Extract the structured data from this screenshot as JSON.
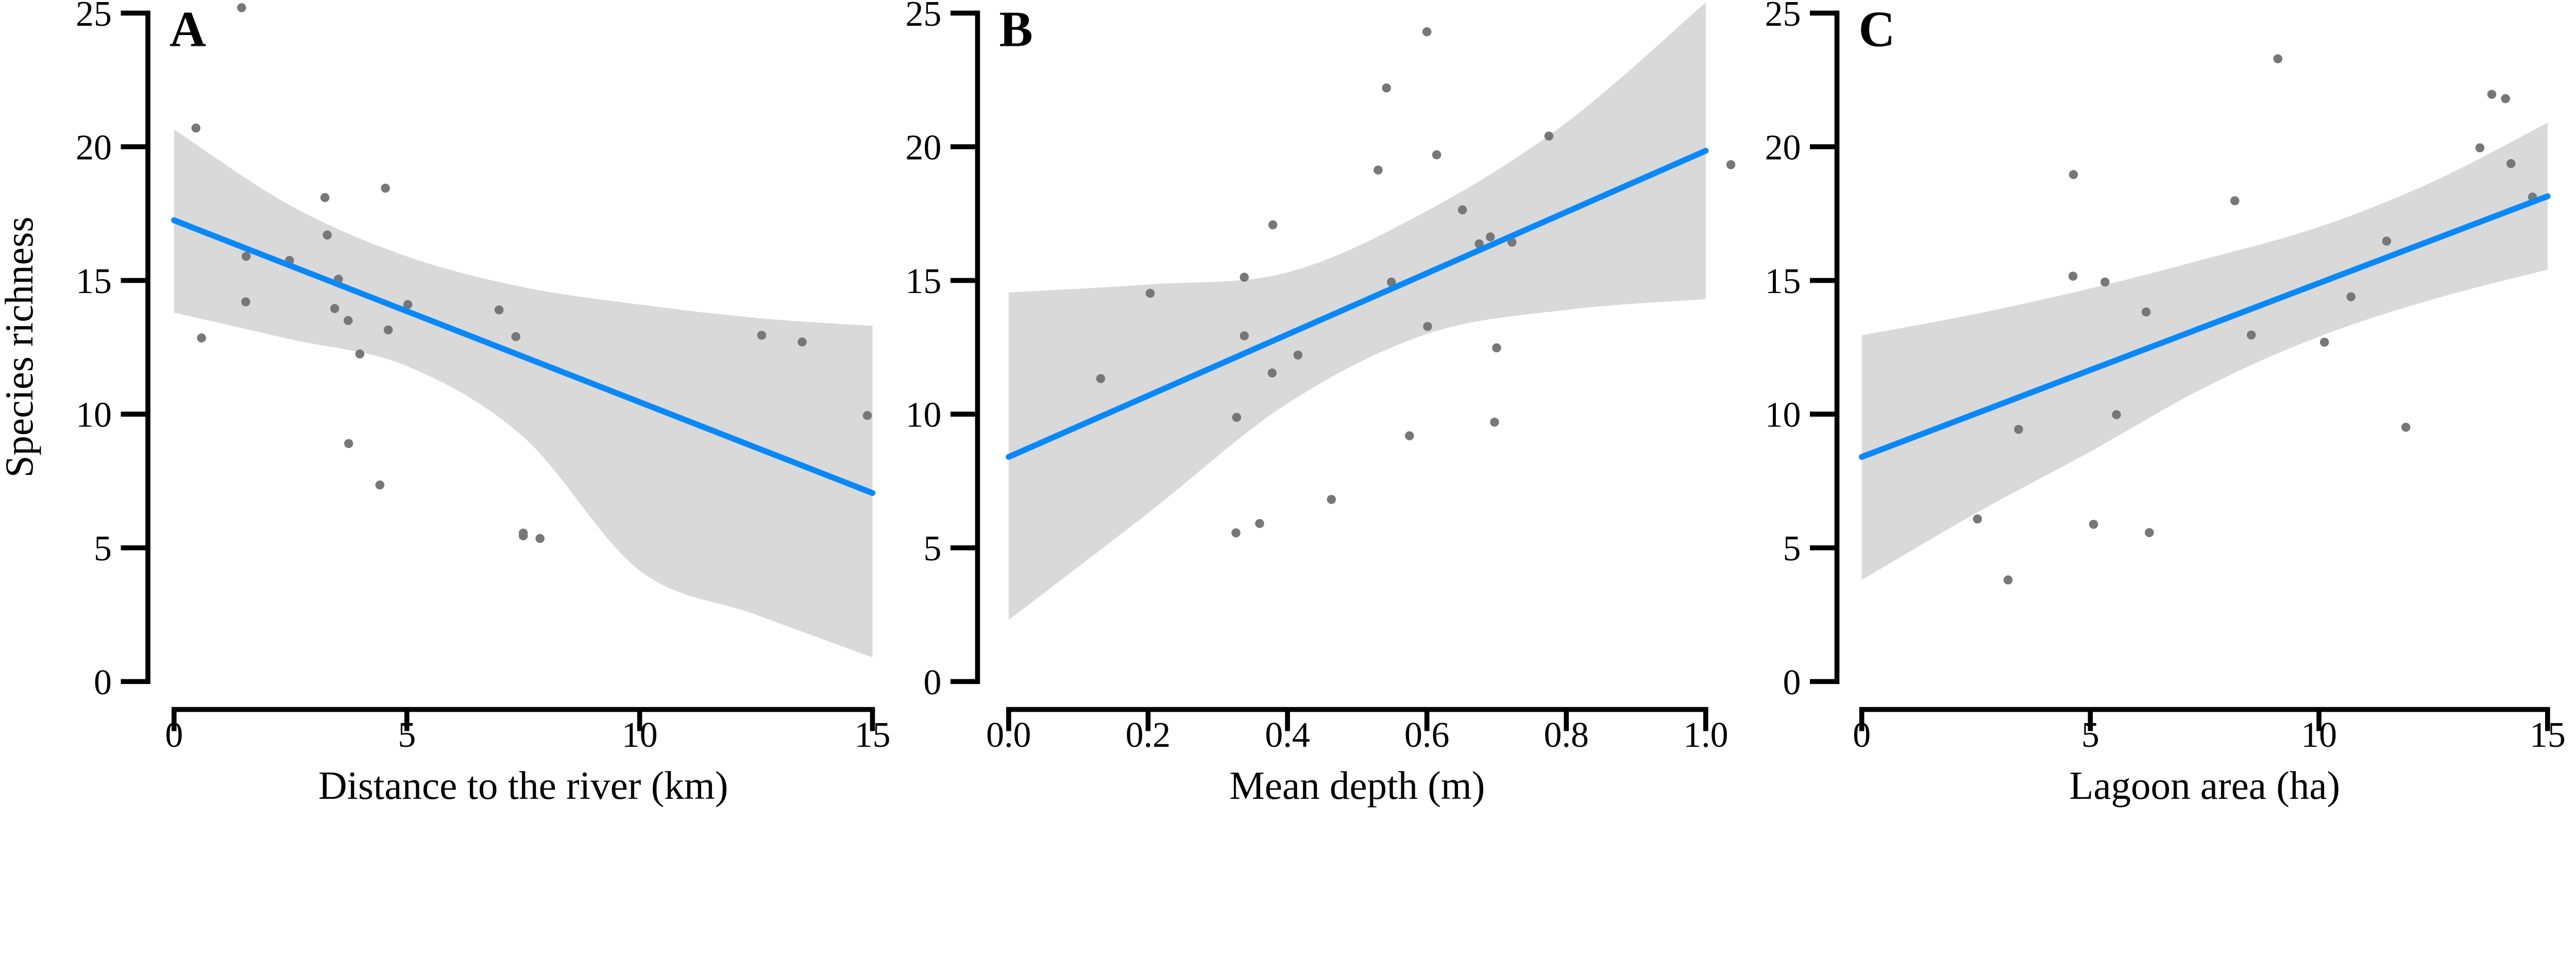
{
  "colors": {
    "line": "#0A88F8",
    "band": "#D9D9D9",
    "point": "#777777",
    "axis": "#000000"
  },
  "ylabel": "Species richness",
  "chart_data": [
    {
      "type": "scatter",
      "panel": "A",
      "xlabel": "Distance to the river (km)",
      "ylabel": "Species richness",
      "xlim": [
        0,
        15
      ],
      "ylim": [
        0,
        25
      ],
      "xticks": [
        0,
        5,
        10,
        15
      ],
      "xtick_labels": [
        "0",
        "5",
        "10",
        "15"
      ],
      "yticks": [
        0,
        5,
        10,
        15,
        20,
        25
      ],
      "ytick_labels": [
        "0",
        "5",
        "10",
        "15",
        "20",
        "25"
      ],
      "points": [
        [
          1.45,
          25.2
        ],
        [
          0.47,
          20.7
        ],
        [
          0.59,
          12.85
        ],
        [
          1.55,
          15.9
        ],
        [
          1.54,
          14.2
        ],
        [
          2.48,
          15.75
        ],
        [
          3.24,
          18.1
        ],
        [
          3.29,
          16.7
        ],
        [
          3.53,
          15.05
        ],
        [
          3.45,
          13.95
        ],
        [
          3.74,
          13.5
        ],
        [
          3.99,
          12.25
        ],
        [
          3.75,
          8.9
        ],
        [
          4.54,
          18.45
        ],
        [
          4.6,
          13.15
        ],
        [
          4.42,
          7.35
        ],
        [
          5.02,
          14.1
        ],
        [
          6.98,
          13.9
        ],
        [
          7.34,
          12.9
        ],
        [
          7.5,
          5.55
        ],
        [
          7.5,
          5.45
        ],
        [
          7.86,
          5.35
        ],
        [
          12.62,
          12.95
        ],
        [
          13.49,
          12.7
        ],
        [
          14.89,
          9.95
        ]
      ],
      "fit": {
        "x": [
          0,
          15
        ],
        "y": [
          17.25,
          7.05
        ]
      },
      "ci": {
        "x": [
          0,
          2.5,
          5,
          7.5,
          10,
          12.5,
          15
        ],
        "lower": [
          13.8,
          12.8,
          11.8,
          9.15,
          4.15,
          2.5,
          0.9
        ],
        "upper": [
          20.65,
          17.8,
          15.9,
          14.75,
          14.1,
          13.6,
          13.3
        ]
      }
    },
    {
      "type": "scatter",
      "panel": "B",
      "xlabel": "Mean depth (m)",
      "ylabel": "Species richness",
      "xlim": [
        0,
        1
      ],
      "ylim": [
        0,
        25
      ],
      "xticks": [
        0,
        0.2,
        0.4,
        0.6,
        0.8,
        1.0
      ],
      "xtick_labels": [
        "0.0",
        "0.2",
        "0.4",
        "0.6",
        "0.8",
        "1.0"
      ],
      "yticks": [
        0,
        5,
        10,
        15,
        20,
        25
      ],
      "ytick_labels": [
        "0",
        "5",
        "10",
        "15",
        "20",
        "25"
      ],
      "points": [
        [
          0.132,
          11.33
        ],
        [
          0.203,
          14.52
        ],
        [
          0.326,
          5.56
        ],
        [
          0.327,
          9.88
        ],
        [
          0.338,
          12.93
        ],
        [
          0.338,
          15.12
        ],
        [
          0.36,
          5.91
        ],
        [
          0.378,
          11.54
        ],
        [
          0.379,
          17.08
        ],
        [
          0.415,
          12.21
        ],
        [
          0.463,
          6.81
        ],
        [
          0.53,
          19.13
        ],
        [
          0.542,
          22.2
        ],
        [
          0.549,
          14.94
        ],
        [
          0.575,
          9.19
        ],
        [
          0.6,
          24.3
        ],
        [
          0.601,
          13.28
        ],
        [
          0.614,
          19.7
        ],
        [
          0.651,
          17.64
        ],
        [
          0.675,
          16.37
        ],
        [
          0.691,
          16.63
        ],
        [
          0.697,
          9.7
        ],
        [
          0.7,
          12.48
        ],
        [
          0.722,
          16.43
        ],
        [
          0.775,
          20.4
        ],
        [
          1.036,
          19.33
        ]
      ],
      "fit": {
        "x": [
          0,
          1
        ],
        "y": [
          8.4,
          19.85
        ]
      },
      "ci": {
        "x": [
          0,
          0.2,
          0.4,
          0.6,
          0.8,
          1.0
        ],
        "lower": [
          2.3,
          6.3,
          10.4,
          13.0,
          13.9,
          14.3
        ],
        "upper": [
          14.55,
          14.85,
          15.3,
          17.6,
          20.9,
          25.4
        ]
      }
    },
    {
      "type": "scatter",
      "panel": "C",
      "xlabel": "Lagoon area (ha)",
      "ylabel": "Species richness",
      "xlim": [
        0,
        15
      ],
      "ylim": [
        0,
        25
      ],
      "xticks": [
        0,
        5,
        10,
        15
      ],
      "xtick_labels": [
        "0",
        "5",
        "10",
        "15"
      ],
      "yticks": [
        0,
        5,
        10,
        15,
        20,
        25
      ],
      "ytick_labels": [
        "0",
        "5",
        "10",
        "15",
        "20",
        "25"
      ],
      "points": [
        [
          2.53,
          6.08
        ],
        [
          3.2,
          3.8
        ],
        [
          3.43,
          9.43
        ],
        [
          4.63,
          18.96
        ],
        [
          4.62,
          15.16
        ],
        [
          5.07,
          5.88
        ],
        [
          5.32,
          14.94
        ],
        [
          5.57,
          9.98
        ],
        [
          6.22,
          13.82
        ],
        [
          6.29,
          5.57
        ],
        [
          8.16,
          17.98
        ],
        [
          8.52,
          12.96
        ],
        [
          9.1,
          23.29
        ],
        [
          10.12,
          12.69
        ],
        [
          10.7,
          14.39
        ],
        [
          11.48,
          16.47
        ],
        [
          11.9,
          9.51
        ],
        [
          13.52,
          19.96
        ],
        [
          13.78,
          21.96
        ],
        [
          14.08,
          21.8
        ],
        [
          14.2,
          19.37
        ],
        [
          14.67,
          18.12
        ]
      ],
      "fit": {
        "x": [
          0,
          15
        ],
        "y": [
          8.4,
          18.15
        ]
      },
      "ci": {
        "x": [
          0,
          2.5,
          5,
          7.5,
          10,
          12.5,
          15
        ],
        "lower": [
          3.8,
          6.3,
          8.6,
          11.0,
          12.9,
          14.3,
          15.4
        ],
        "upper": [
          12.95,
          13.75,
          14.7,
          15.8,
          17.0,
          18.7,
          20.9
        ]
      }
    }
  ]
}
